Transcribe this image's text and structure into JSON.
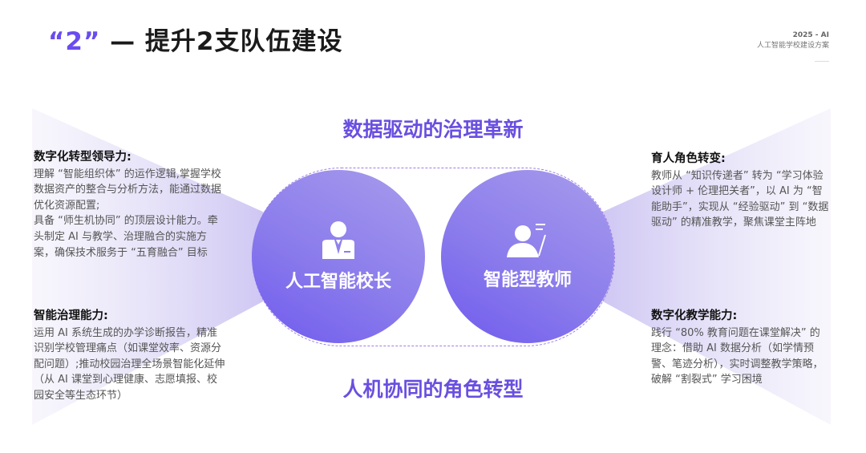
{
  "header": {
    "title_number": "“2”",
    "title_rest": " — 提升2支队伍建设",
    "brand_year": "2025 - AI",
    "brand_subtitle": "人工智能学校建设方案"
  },
  "top_heading": "数据驱动的治理革新",
  "bottom_heading": "人机协同的角色转型",
  "circles": [
    {
      "label": "人工智能校长",
      "icon": "principal-icon"
    },
    {
      "label": "智能型教师",
      "icon": "teacher-icon"
    }
  ],
  "left_blocks": [
    {
      "title": "数字化转型领导力:",
      "lines": [
        "理解 “智能组织体” 的运作逻辑,掌握学校数据资产的整合与分析方法，能通过数据优化资源配置;",
        "具备 “师生机协同” 的顶层设计能力。牵头制定 AI 与教学、治理融合的实施方案，确保技术服务于 “五育融合” 目标"
      ]
    },
    {
      "title": "智能治理能力:",
      "lines": [
        "运用 AI 系统生成的办学诊断报告，精准识别学校管理痛点（如课堂效率、资源分配问题）;推动校园治理全场景智能化延伸（从 AI 课堂到心理健康、志愿填报、校园安全等生态环节）"
      ]
    }
  ],
  "right_blocks": [
    {
      "title": "育人角色转变:",
      "lines": [
        "教师从 “知识传递者” 转为 “学习体验设计师 + 伦理把关者”，以 AI 为 “智能助手”，实现从 “经验驱动” 到 “数据驱动” 的精准教学，聚焦课堂主阵地"
      ]
    },
    {
      "title": "数字化教学能力:",
      "lines": [
        "践行 “80% 教育问题在课堂解决” 的理念：借助 AI 数据分析（如学情预警、笔迹分析），实时调整教学策略，破解 “割裂式” 学习困境"
      ]
    }
  ],
  "colors": {
    "accent": "#6a4cf0",
    "beam": "#d9d3f5"
  }
}
